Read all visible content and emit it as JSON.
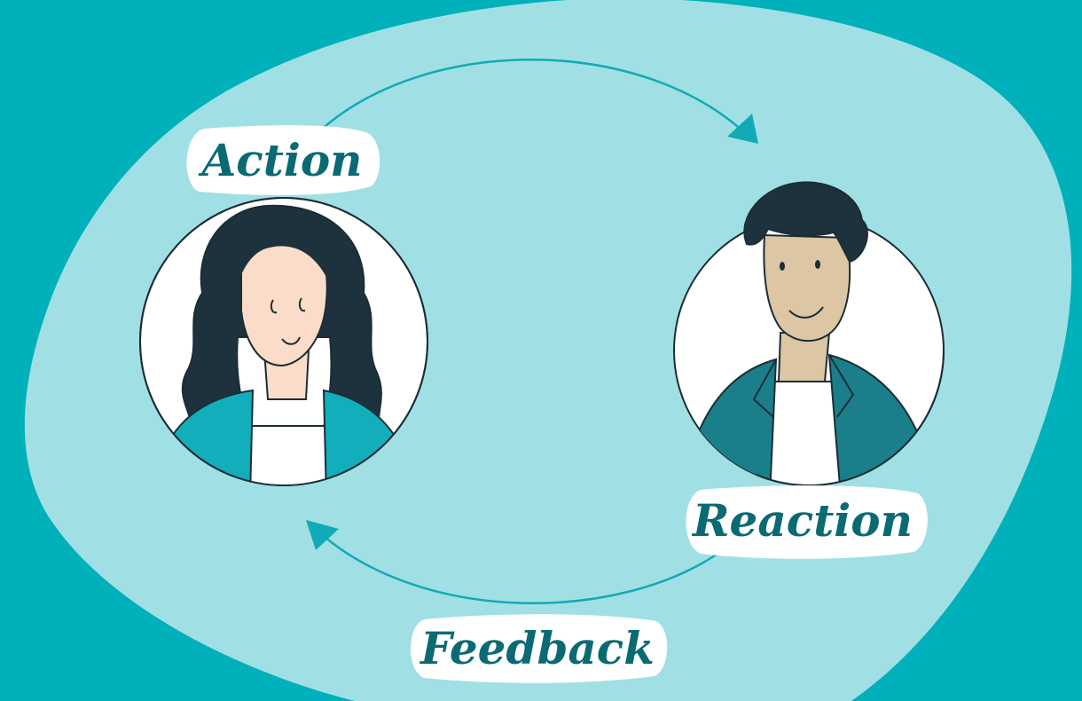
{
  "colors": {
    "page_background": "#00b0ba",
    "blob": "#a0e0e4",
    "arrow": "#12aab6",
    "label_bubble": "#ffffff",
    "label_text": "#0a6a73",
    "outline": "#1b2d36",
    "woman_hair": "#1d323c",
    "woman_skin": "#fbdcc8",
    "woman_jacket": "#12aebb",
    "man_hair": "#1d323c",
    "man_skin": "#ddc6a4",
    "man_jacket": "#1a7f8a",
    "shirt": "#ffffff"
  },
  "labels": {
    "action": "Action",
    "reaction": "Reaction",
    "feedback": "Feedback"
  },
  "icons": {
    "woman": "woman-avatar-icon",
    "man": "man-avatar-icon",
    "arrow_top": "arrow-right-icon",
    "arrow_bottom": "arrow-left-icon"
  }
}
